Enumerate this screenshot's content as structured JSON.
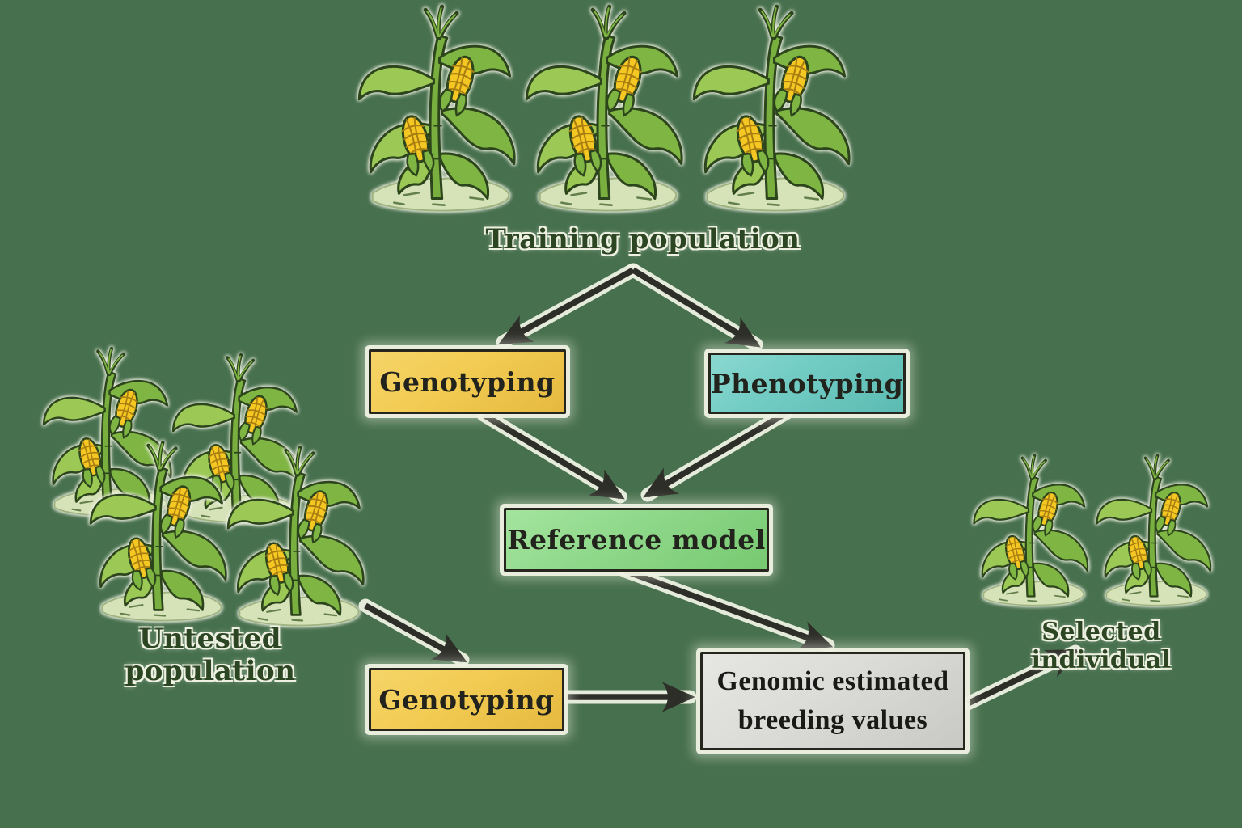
{
  "colors": {
    "background": "#47704E",
    "box_yellow": "#F2CB52",
    "box_teal": "#70CBC3",
    "box_green": "#8ED88A",
    "box_gray": "#DBDBD8",
    "box_border": "#26261F",
    "arrow": "#2E2E29",
    "halo": "#EEF1E2",
    "label_text": "#2C4522",
    "leaf_light": "#9CC855",
    "leaf_mid": "#7FB543",
    "stalk": "#79AF3E",
    "outline": "#2D451C",
    "cob": "#F5C722",
    "mound": "#D6E2B8"
  },
  "labels": {
    "training_population": "Training population",
    "untested_population": "Untested population",
    "selected_individual": "Selected individual"
  },
  "boxes": {
    "genotyping_top": {
      "label": "Genotyping"
    },
    "phenotyping": {
      "label": "Phenotyping"
    },
    "reference_model": {
      "label": "Reference model"
    },
    "genotyping_bottom": {
      "label": "Genotyping"
    },
    "gebv": {
      "line1": "Genomic estimated",
      "line2": "breeding values"
    }
  },
  "plant_groups": {
    "training": {
      "count": 3
    },
    "untested": {
      "count": 4
    },
    "selected": {
      "count": 2
    }
  }
}
